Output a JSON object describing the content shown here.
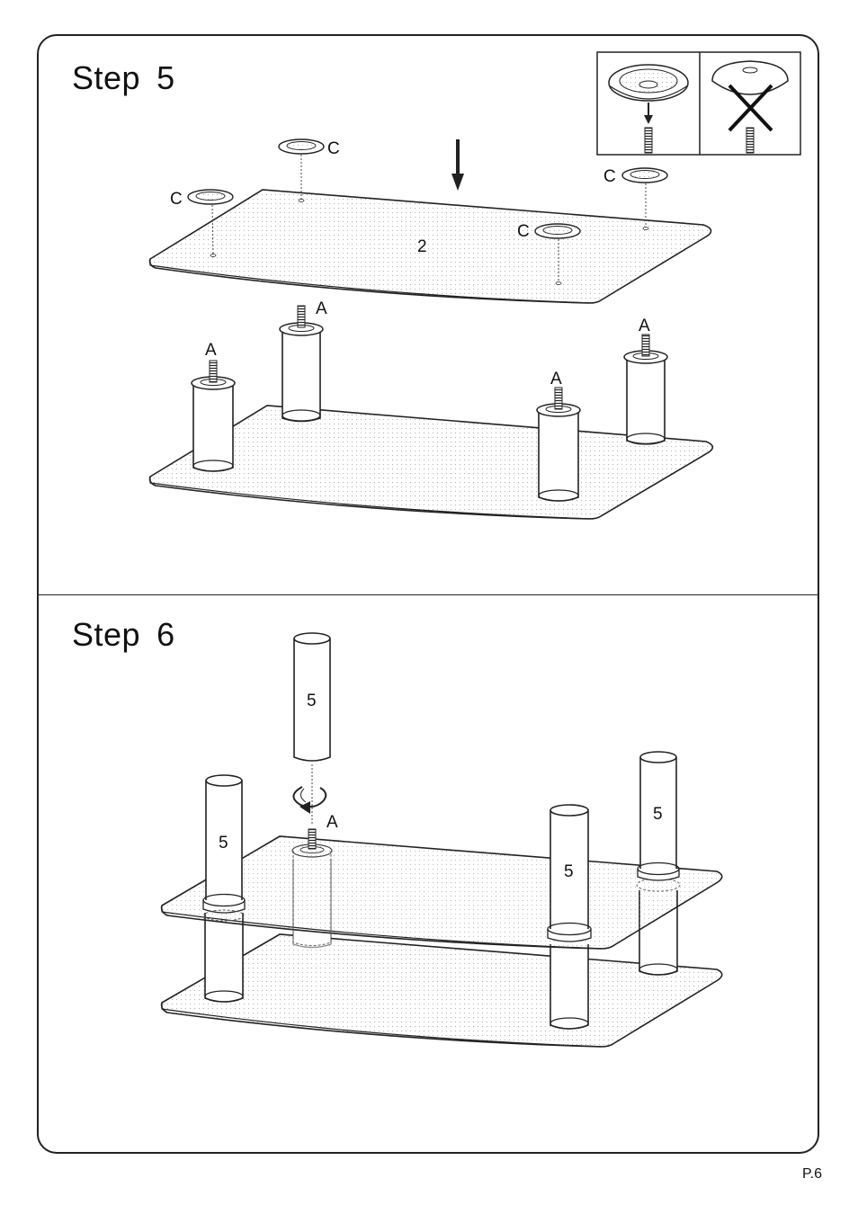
{
  "steps": [
    {
      "word": "Step",
      "number": "5"
    },
    {
      "word": "Step",
      "number": "6"
    }
  ],
  "labels": {
    "washer": "C",
    "bolt": "A",
    "top_shelf": "2",
    "pole": "5"
  },
  "page_number": "P.6",
  "colors": {
    "line": "#222222",
    "glass_dots": "#9a9a9a",
    "background": "#ffffff"
  },
  "icons": [
    "arrow-down-icon",
    "rotate-clockwise-icon",
    "cross-out-icon"
  ]
}
